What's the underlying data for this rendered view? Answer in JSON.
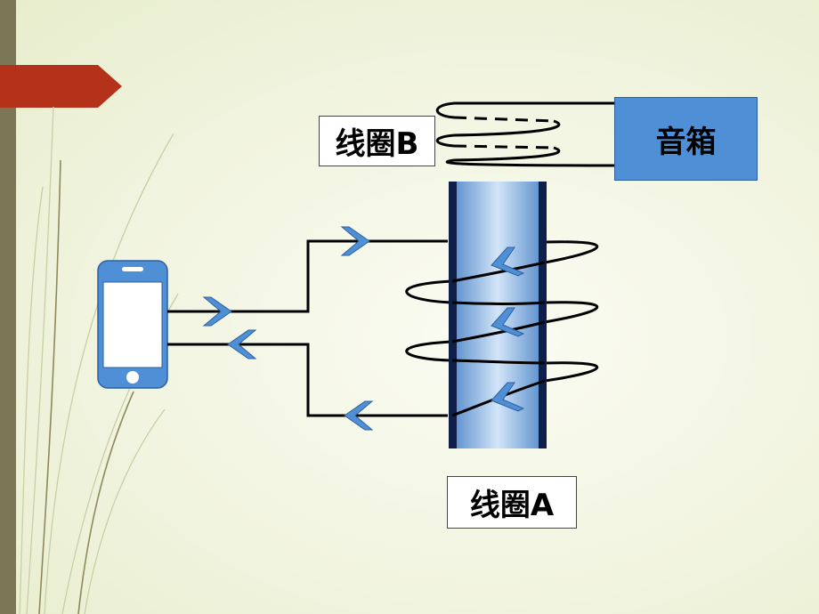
{
  "labels": {
    "coil_b": "线圈B",
    "coil_a": "线圈A",
    "speaker": "音箱"
  },
  "colors": {
    "background": "#f1f4df",
    "left_bar": "#7d7656",
    "ribbon": "#b5321a",
    "speaker_box": "#4f8fd6",
    "phone_body": "#4f8fd6",
    "core_light": "#cfe2f7",
    "core_dark": "#4f86c8",
    "core_edge": "#0f1f4a",
    "arrow": "#4f8fd6",
    "wire": "#000000"
  },
  "icons": {
    "phone": "smartphone-icon",
    "current_arrow": "chevron-arrow-icon"
  }
}
